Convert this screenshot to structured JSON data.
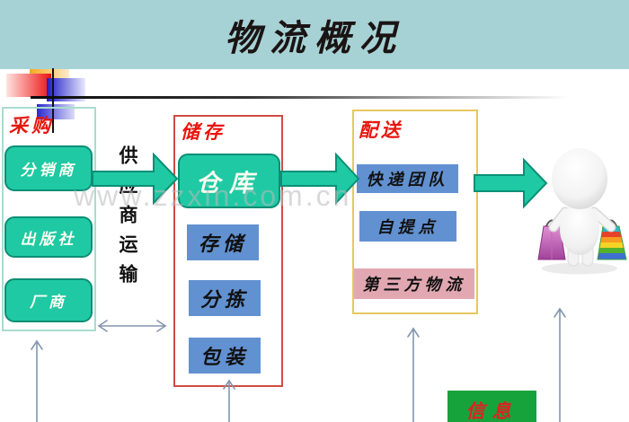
{
  "slide": {
    "title": "物流概况",
    "watermark": "www.zzxin.com.cn"
  },
  "procurement": {
    "label": "采购",
    "items": [
      "分销商",
      "出版社",
      "厂商"
    ]
  },
  "transport_note": "供应商运输",
  "storage": {
    "label": "储存",
    "warehouse": "仓库",
    "items": [
      "存储",
      "分拣",
      "包装"
    ]
  },
  "delivery": {
    "label": "配送",
    "items": [
      "快递团队",
      "自提点"
    ],
    "third_party": "第三方物流"
  },
  "info_label": "信息",
  "icons": {
    "customer": "shopper-figure-icon",
    "flow_arrows": "green-flow-arrow-icon",
    "feedback_arrows": "thin-up-arrow-icon"
  },
  "colors": {
    "header_band": "#a7d2d5",
    "title_text": "#1b1414",
    "green_fill": "#1fc9a4",
    "green_border": "#0b8f75",
    "blue_fill": "#6191d1",
    "pink_fill": "#e2a8b2",
    "red_label": "#e8150d",
    "procurement_border": "#a8dcd0",
    "storage_border": "#d24b42",
    "delivery_border": "#e6c75f",
    "info_green": "#17a33c",
    "thin_arrow": "#8495ad"
  }
}
